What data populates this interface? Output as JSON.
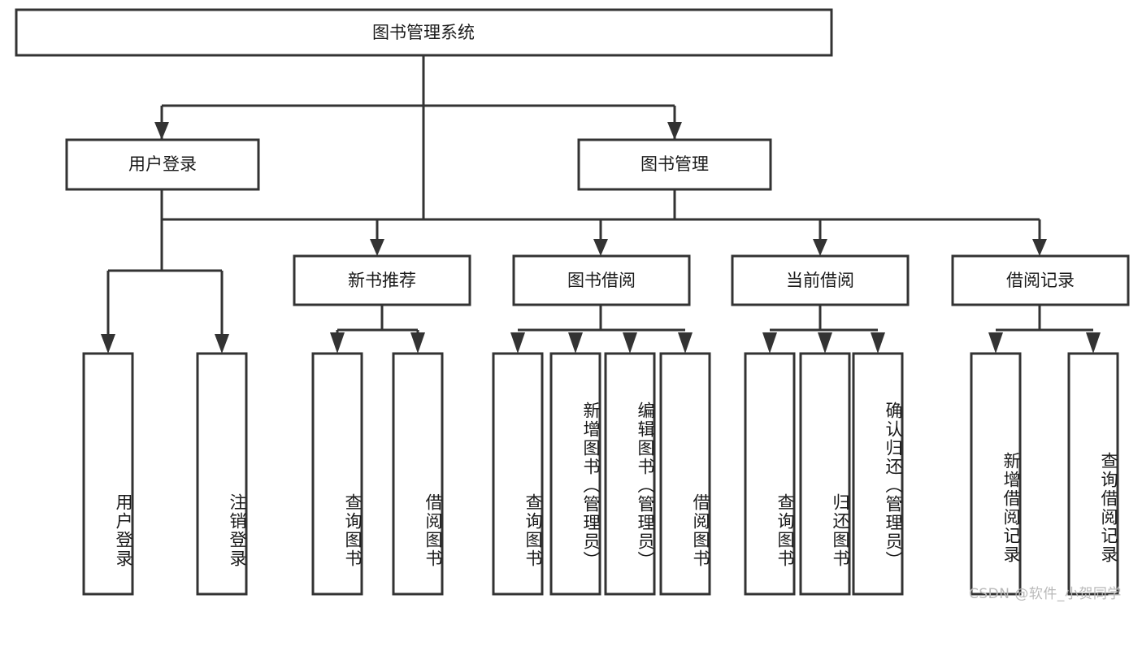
{
  "diagram": {
    "type": "tree-hierarchy",
    "title": "图书管理系统",
    "orientation": "top-down",
    "theme": {
      "box_fill": "#ffffff",
      "box_stroke": "#333333",
      "text_color": "#1a1a1a",
      "background": "#ffffff",
      "watermark_color": "#b9b9b9"
    },
    "levels": {
      "root": {
        "label": "图书管理系统"
      },
      "level2": [
        {
          "id": "user-login",
          "label": "用户登录"
        },
        {
          "id": "book-management",
          "label": "图书管理"
        }
      ],
      "level3": [
        {
          "id": "new-book-recommend",
          "label": "新书推荐",
          "parent": "book-management"
        },
        {
          "id": "book-borrow",
          "label": "图书借阅",
          "parent": "book-management"
        },
        {
          "id": "current-borrow",
          "label": "当前借阅",
          "parent": "book-management"
        },
        {
          "id": "borrow-record",
          "label": "借阅记录",
          "parent": "book-management"
        }
      ],
      "leaves": [
        {
          "id": "leaf-user-login",
          "label": "用户登录",
          "parent": "user-login"
        },
        {
          "id": "leaf-user-logout",
          "label": "注销登录",
          "parent": "user-login"
        },
        {
          "id": "leaf-query-book-1",
          "label": "查询图书",
          "parent": "new-book-recommend"
        },
        {
          "id": "leaf-borrow-book-1",
          "label": "借阅图书",
          "parent": "new-book-recommend"
        },
        {
          "id": "leaf-query-book-2",
          "label": "查询图书",
          "parent": "book-borrow"
        },
        {
          "id": "leaf-add-book",
          "label": "新增图书（管理员）",
          "parent": "book-borrow"
        },
        {
          "id": "leaf-edit-book",
          "label": "编辑图书（管理员）",
          "parent": "book-borrow"
        },
        {
          "id": "leaf-borrow-book-2",
          "label": "借阅图书",
          "parent": "book-borrow"
        },
        {
          "id": "leaf-query-book-3",
          "label": "查询图书",
          "parent": "current-borrow"
        },
        {
          "id": "leaf-return-book",
          "label": "归还图书",
          "parent": "current-borrow"
        },
        {
          "id": "leaf-confirm-return",
          "label": "确认归还（管理员）",
          "parent": "current-borrow"
        },
        {
          "id": "leaf-add-record",
          "label": "新增借阅记录",
          "parent": "borrow-record"
        },
        {
          "id": "leaf-query-record",
          "label": "查询借阅记录",
          "parent": "borrow-record"
        }
      ]
    },
    "watermark": "CSDN @软件_小贺同学"
  }
}
